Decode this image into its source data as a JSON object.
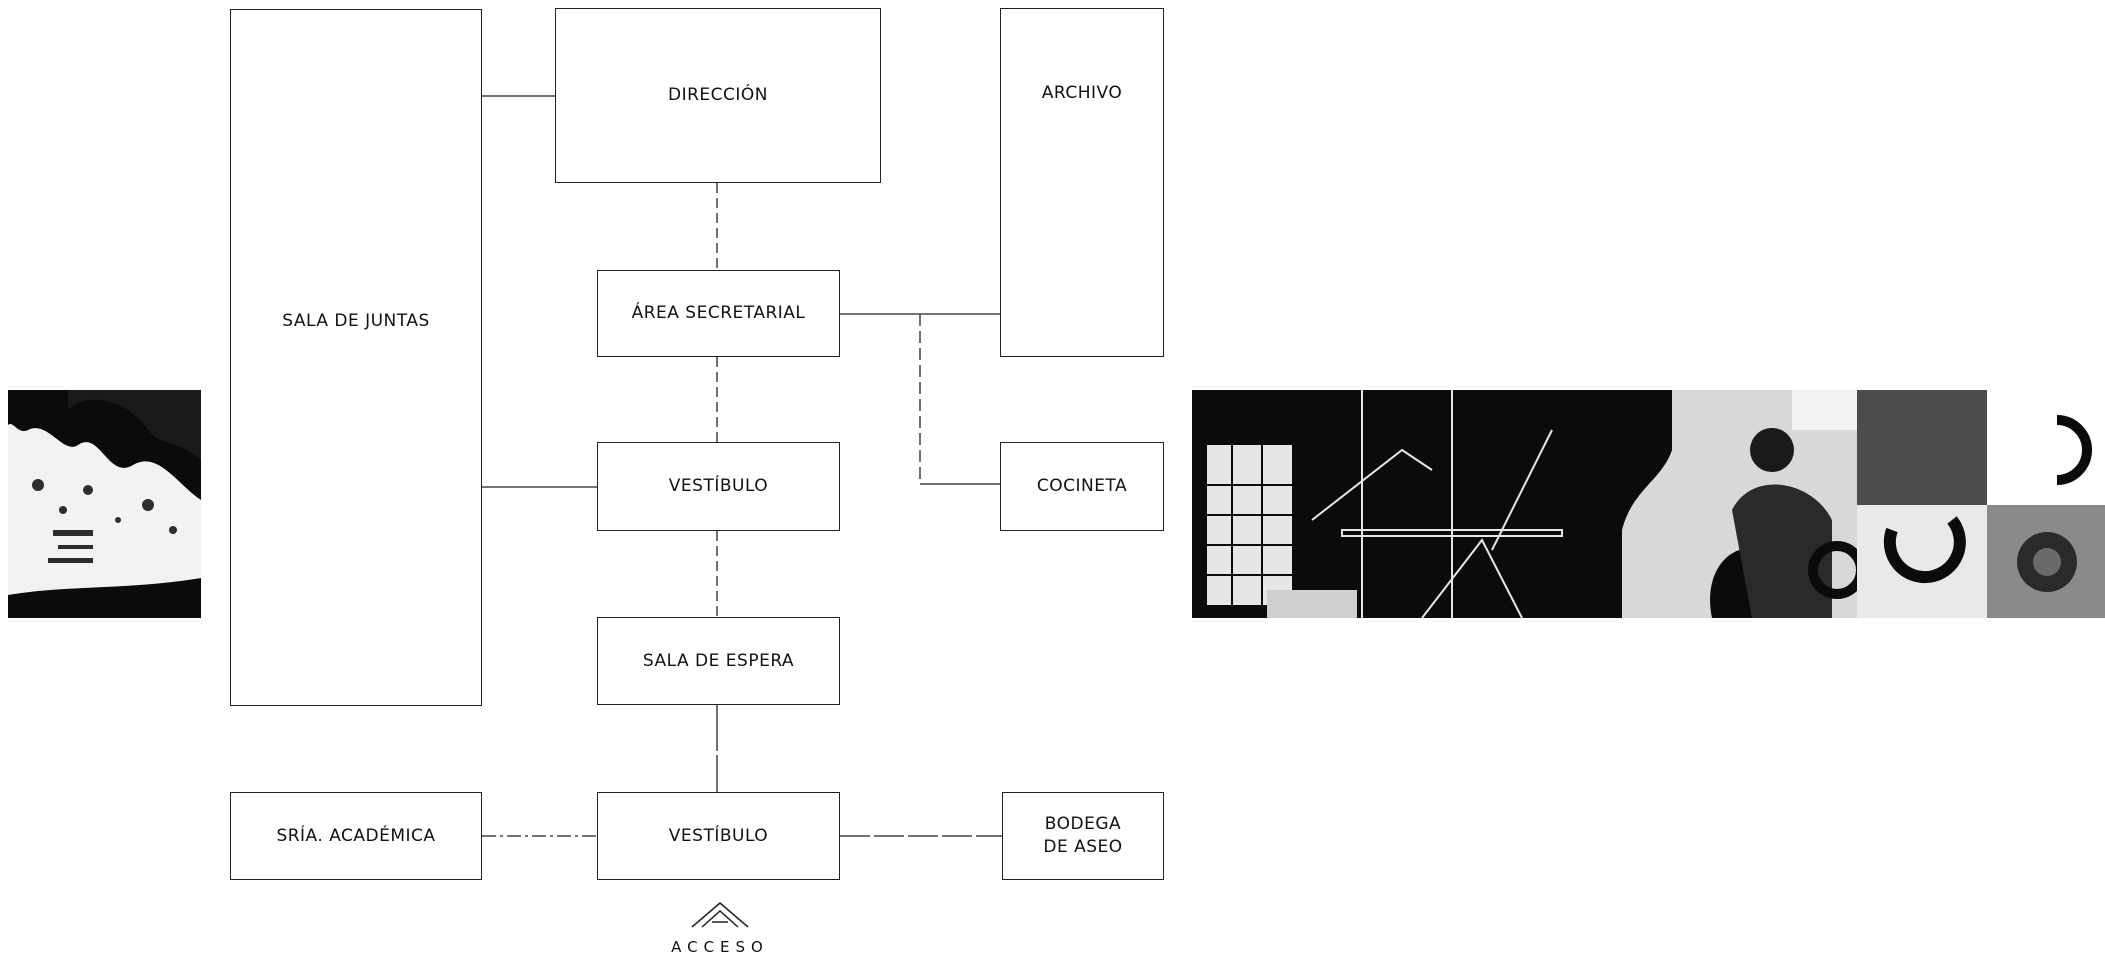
{
  "diagram": {
    "rooms": {
      "sala_juntas": "SALA DE JUNTAS",
      "direccion": "DIRECCIÓN",
      "archivo": "ARCHIVO",
      "area_secretarial": "ÁREA SECRETARIAL",
      "vestibulo_1": "VESTÍBULO",
      "cocineta": "COCINETA",
      "sala_espera": "SALA DE ESPERA",
      "sria_academica": "SRÍA. ACADÉMICA",
      "vestibulo_2": "VESTÍBULO",
      "bodega_aseo": "BODEGA\nDE ASEO"
    },
    "acceso": "ACCESO"
  },
  "colors": {
    "line": "#222222",
    "photo_dark": "#0b0b0b",
    "photo_light": "#f2f2f2"
  }
}
